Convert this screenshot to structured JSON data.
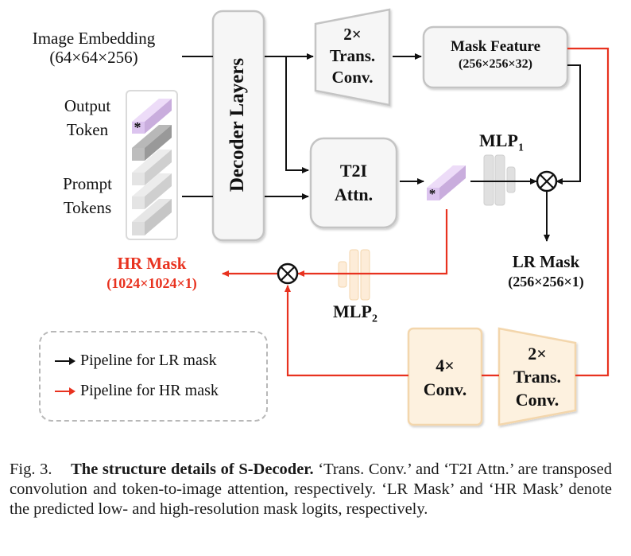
{
  "diagram": {
    "inputs": {
      "image_embedding": {
        "label": "Image Embedding",
        "dims": "(64×64×256)"
      },
      "output_token": {
        "line1": "Output",
        "line2": "Token",
        "marker": "*"
      },
      "prompt_tokens": {
        "line1": "Prompt",
        "line2": "Tokens"
      }
    },
    "blocks": {
      "decoder_layers": "Decoder Layers",
      "trans_conv_top": {
        "line1": "2×",
        "line2": "Trans.",
        "line3": "Conv."
      },
      "mask_feature": {
        "label": "Mask Feature",
        "dims": "(256×256×32)"
      },
      "t2i_attn": {
        "line1": "T2I",
        "line2": "Attn."
      },
      "mlp1": {
        "label": "MLP",
        "sub": "1"
      },
      "mlp2": {
        "label": "MLP",
        "sub": "2"
      },
      "conv_4x": {
        "line1": "4×",
        "line2": "Conv."
      },
      "trans_conv_bottom": {
        "line1": "2×",
        "line2": "Trans.",
        "line3": "Conv."
      },
      "token_marker": "*"
    },
    "outputs": {
      "lr_mask": {
        "label": "LR Mask",
        "dims": "(256×256×1)"
      },
      "hr_mask": {
        "label": "HR Mask",
        "dims": "(1024×1024×1)"
      }
    },
    "legend": [
      {
        "label": "Pipeline for LR mask",
        "color": "#111111"
      },
      {
        "label": "Pipeline for HR mask",
        "color": "#e8321f"
      }
    ],
    "colors": {
      "lr_path": "#111111",
      "hr_path": "#e8321f",
      "gray_block_fill": "#f6f6f6",
      "gray_block_border": "#c4c4c4",
      "orange_block_fill": "#fdf1df",
      "orange_block_border": "#f3d6ac",
      "token_purple": "#e3cdf2",
      "hr_label": "#e8321f"
    }
  },
  "caption": {
    "fig_label": "Fig. 3.",
    "title": "The structure details of S-Decoder.",
    "body": "‘Trans. Conv.’ and ‘T2I Attn.’ are transposed convolution and token-to-image attention, respectively. ‘LR Mask’ and ‘HR Mask’ denote the predicted low- and high-resolution mask logits, respectively."
  }
}
